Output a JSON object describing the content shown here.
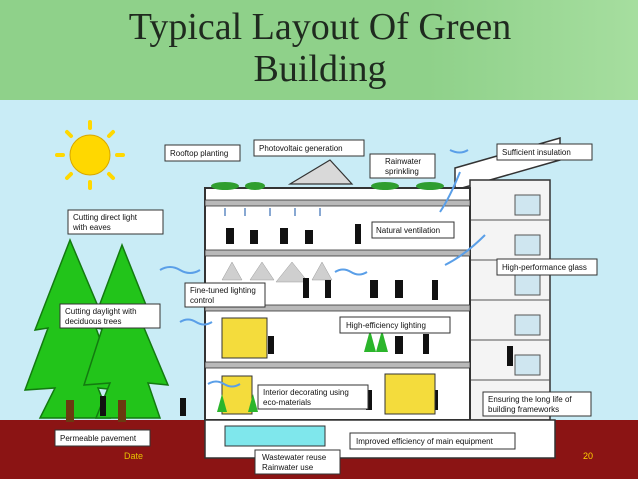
{
  "title_line1": "Typical Layout Of Green",
  "title_line2": "Building",
  "labels": {
    "rooftop_planting": "Rooftop planting",
    "photovoltaic": "Photovoltaic generation",
    "rainwater_line1": "Rainwater",
    "rainwater_line2": "sprinkling",
    "insulation": "Sufficient insulation",
    "eaves_line1": "Cutting direct light",
    "eaves_line2": "with eaves",
    "natural_ventilation": "Natural ventilation",
    "high_perf_glass": "High-performance glass",
    "lighting_control_line1": "Fine-tuned lighting",
    "lighting_control_line2": "control",
    "deciduous_line1": "Cutting daylight with",
    "deciduous_line2": "deciduous trees",
    "efficient_lighting": "High-efficiency lighting",
    "interior_line1": "Interior decorating using",
    "interior_line2": "eco-materials",
    "frameworks_line1": "Ensuring the long life of",
    "frameworks_line2": "building frameworks",
    "permeable": "Permeable pavement",
    "equipment": "Improved efficiency of main equipment",
    "wastewater_line1": "Wastewater reuse",
    "wastewater_line2": "Rainwater use"
  },
  "footer": {
    "date": "Date",
    "slide_number": "20"
  },
  "colors": {
    "sky": "#c9ecf6",
    "ground": "#8b1414",
    "tree": "#22c41a",
    "sun": "#ffd800",
    "title_band": "#8fd18a"
  }
}
